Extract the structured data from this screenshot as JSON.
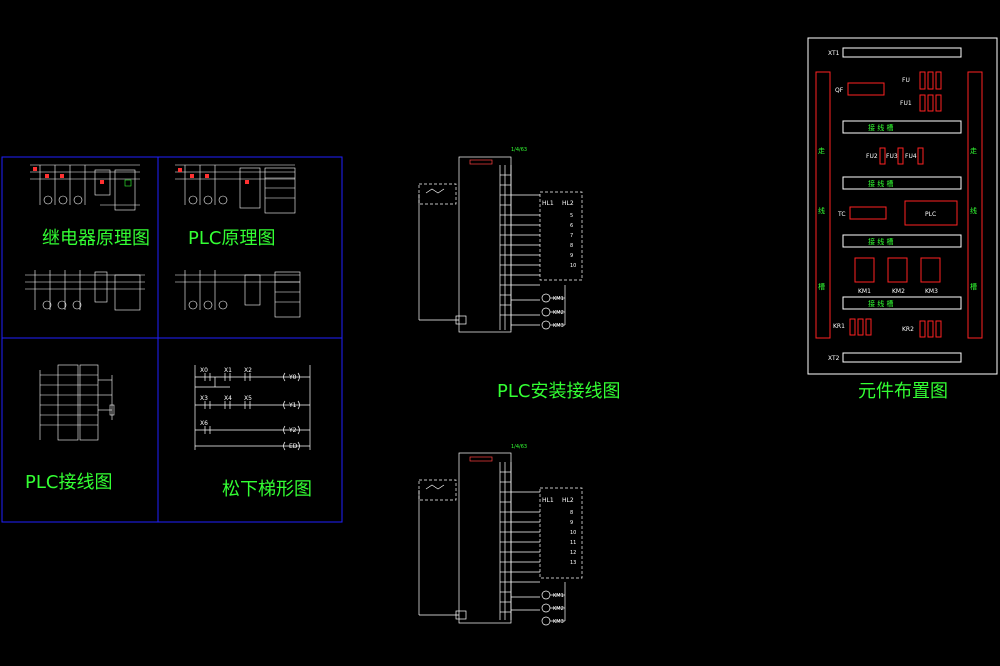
{
  "drawings": {
    "relay_schematic": {
      "title": "继电器原理图"
    },
    "plc_schematic": {
      "title": "PLC原理图"
    },
    "plc_wiring": {
      "title": "PLC接线图"
    },
    "ladder_diagram": {
      "title": "松下梯形图"
    },
    "plc_install_wiring": {
      "title": "PLC安装接线图"
    },
    "layout_drawing": {
      "title": "元件布置图"
    }
  },
  "ladder": {
    "rows": [
      {
        "in1": "X0",
        "in2": "X1",
        "in3": "X2",
        "out": "Y0"
      },
      {
        "in1": "X3",
        "in2": "X4",
        "in3": "X5",
        "out": "Y1"
      },
      {
        "in1": "X6",
        "in2": "",
        "in3": "",
        "out": "Y2"
      },
      {
        "in1": "",
        "in2": "",
        "in3": "",
        "out": "ED"
      }
    ]
  },
  "install": {
    "top_tag": "1/4/63",
    "lamps": [
      "HL1",
      "HL2"
    ],
    "terminals": [
      "5",
      "6",
      "7",
      "8",
      "9",
      "10",
      "11",
      "12",
      "13"
    ],
    "motors": [
      "KM1",
      "KM2",
      "KM3"
    ]
  },
  "layout": {
    "strip_top": "XT1",
    "strip_bottom": "XT2",
    "breaker": "QF",
    "fuse_rows": [
      "FU",
      "FU1"
    ],
    "fuse_row2": [
      "FU2",
      "FU3",
      "FU4"
    ],
    "trough_label": "接 线 槽",
    "transformer": "TC",
    "plc": "PLC",
    "contactors": [
      "KM1",
      "KM2",
      "KM3"
    ],
    "relays": [
      "KR1",
      "KR2"
    ],
    "side_labels": [
      "走",
      "线",
      "槽"
    ]
  },
  "colors": {
    "background": "#000000",
    "frame_blue": "#2222ff",
    "text_green": "#33ff33",
    "line_white": "#ffffff",
    "part_red": "#ff2222"
  }
}
